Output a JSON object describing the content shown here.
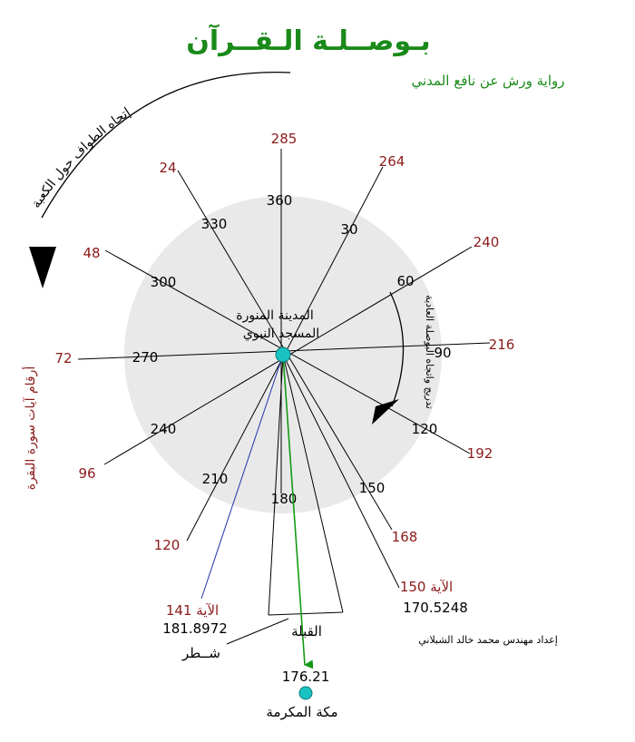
{
  "header": {
    "title": "بـوصــلـة الـقــرآن",
    "subtitle": "رواية ورش عن نافع المدني"
  },
  "left_notes": {
    "tawaf_direction": "إتجاه الطواف حول الكعبة",
    "verse_numbers": "أرقام آيات سورة البقرة"
  },
  "right_note": "تدريج واتجاه البوصلة العادية",
  "center_labels": {
    "line1": "المدينة المنورة",
    "line2": "المسجد النبوي"
  },
  "bearing_labels": [
    "360",
    "30",
    "60",
    "90",
    "120",
    "150",
    "180",
    "210",
    "240",
    "270",
    "300",
    "330"
  ],
  "verse_labels": [
    "285",
    "264",
    "240",
    "216",
    "192",
    "168",
    "120",
    "96",
    "72",
    "48",
    "24"
  ],
  "callouts": {
    "left_verse": "الآية 141",
    "left_value": "181.8972",
    "right_verse": "الآية 150",
    "right_value": "170.5248"
  },
  "qibla": {
    "label": "القبلة",
    "shatr": "شــطر",
    "bearing": "176.21",
    "mecca": "مكة المكرمة"
  },
  "credit": "إعداد مهندس محمد خالد الشبلاني",
  "colors": {
    "title": "#1a8a1a",
    "verse": "#8b1a1a",
    "disc": "#e9e9e9",
    "node": "#19c3c3",
    "qibla_line": "#139a13",
    "blue_line": "#2233aa"
  }
}
